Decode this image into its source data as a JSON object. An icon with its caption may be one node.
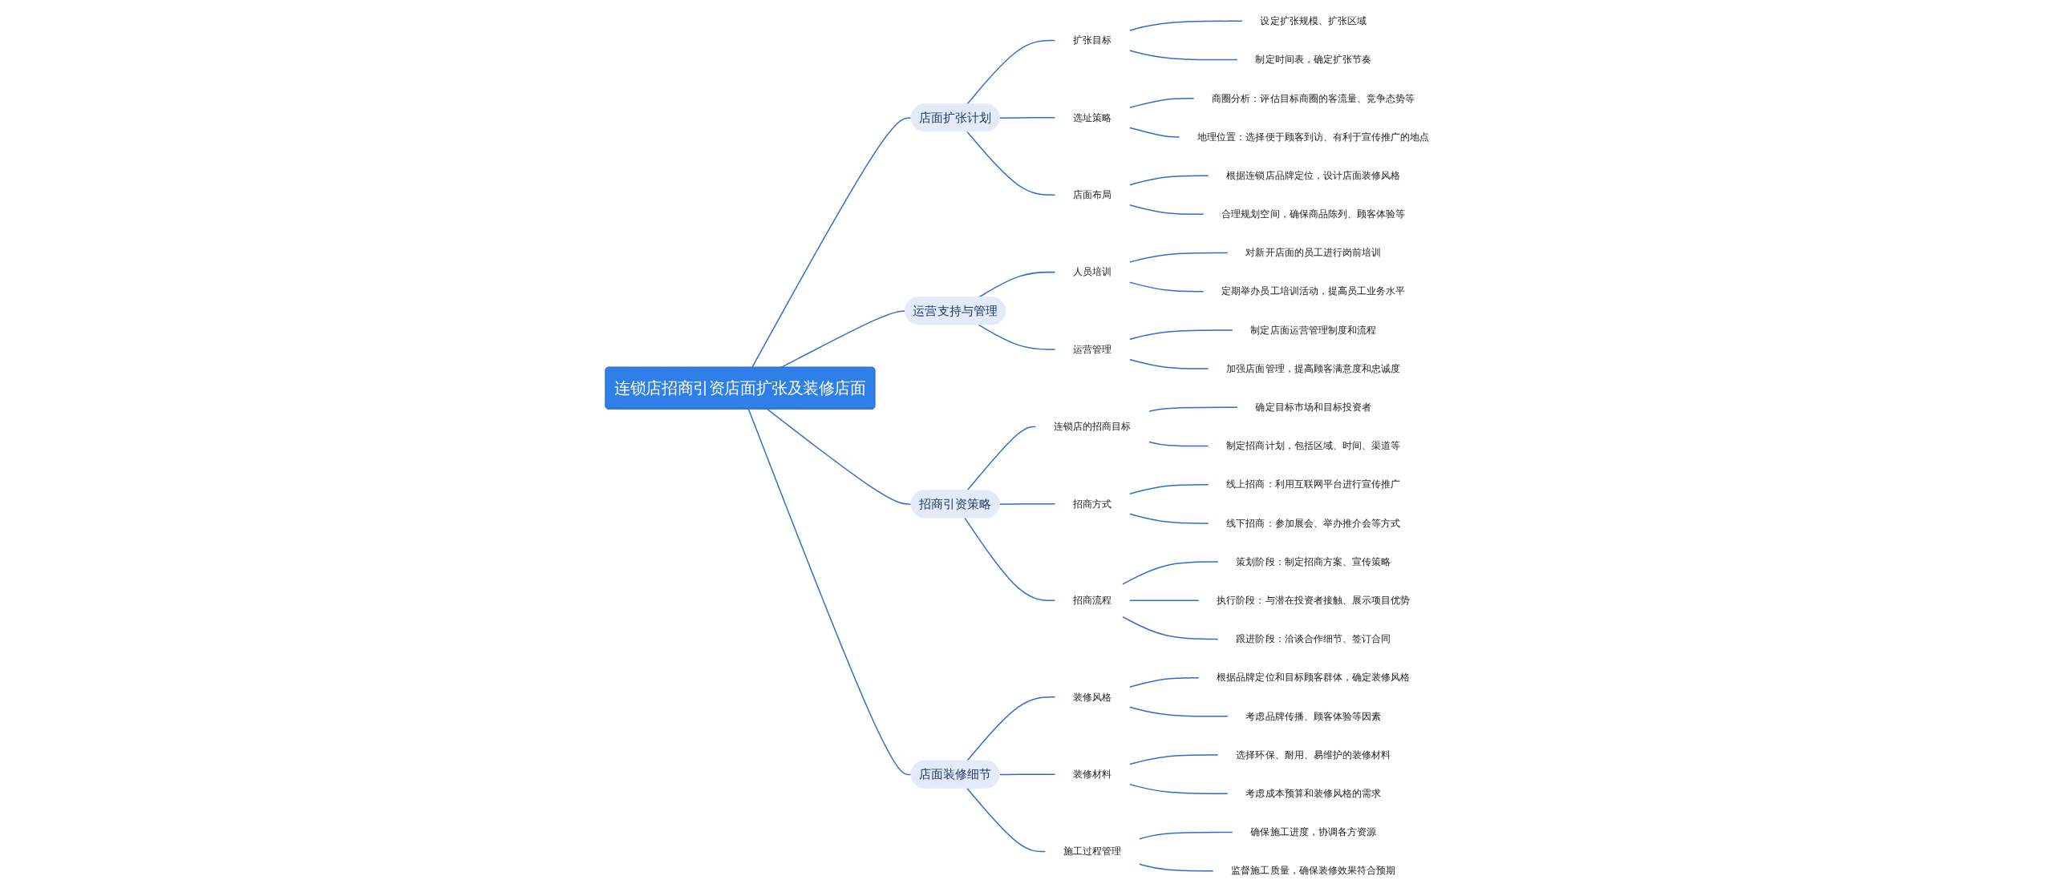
{
  "diagram": {
    "nodes": [
      {
        "text": [
          "连锁店招商引资店面扩张及装修店面"
        ]
      },
      {
        "text": [
          "店面扩张计划"
        ]
      },
      {
        "text": [
          "扩张目标"
        ]
      },
      {
        "text": [
          "设定扩张规模、扩张区域"
        ]
      },
      {
        "text": [
          "制定时间表，确定扩张节奏"
        ]
      },
      {
        "text": [
          "选址策略"
        ]
      },
      {
        "text": [
          "商圈分析：评估目标商圈的客流量、竞争态势等"
        ]
      },
      {
        "text": [
          "地理位置：选择便于顾客到访、有利于宣传推广的地点"
        ]
      },
      {
        "text": [
          "店面布局"
        ]
      },
      {
        "text": [
          "根据连锁店品牌定位，设计店面装修风格"
        ]
      },
      {
        "text": [
          "合理规划空间，确保商品陈列、顾客体验等"
        ]
      },
      {
        "text": [
          "运营支持与管理"
        ]
      },
      {
        "text": [
          "人员培训"
        ]
      },
      {
        "text": [
          "对新开店面的员工进行岗前培训"
        ]
      },
      {
        "text": [
          "定期举办员工培训活动，提高员工业务水平"
        ]
      },
      {
        "text": [
          "运营管理"
        ]
      },
      {
        "text": [
          "制定店面运营管理制度和流程"
        ]
      },
      {
        "text": [
          "加强店面管理，提高顾客满意度和忠诚度"
        ]
      },
      {
        "text": [
          "招商引资策略"
        ]
      },
      {
        "text": [
          "连锁店的招商目标"
        ]
      },
      {
        "text": [
          "确定目标市场和目标投资者"
        ]
      },
      {
        "text": [
          "制定招商计划，包括区域、时间、渠道等"
        ]
      },
      {
        "text": [
          "招商方式"
        ]
      },
      {
        "text": [
          "线上招商：利用互联网平台进行宣传推广"
        ]
      },
      {
        "text": [
          "线下招商：参加展会、举办推介会等方式"
        ]
      },
      {
        "text": [
          "招商流程"
        ]
      },
      {
        "text": [
          "策划阶段：制定招商方案、宣传策略"
        ]
      },
      {
        "text": [
          "执行阶段：与潜在投资者接触、展示项目优势"
        ]
      },
      {
        "text": [
          "跟进阶段：洽谈合作细节、签订合同"
        ]
      },
      {
        "text": [
          "店面装修细节"
        ]
      },
      {
        "text": [
          "装修风格"
        ]
      },
      {
        "text": [
          "根据品牌定位和目标顾客群体，确定装修风格"
        ]
      },
      {
        "text": [
          "考虑品牌传播、顾客体验等因素"
        ]
      },
      {
        "text": [
          "装修材料"
        ]
      },
      {
        "text": [
          "选择环保、耐用、易维护的装修材料"
        ]
      },
      {
        "text": [
          "考虑成本预算和装修风格的需求"
        ]
      },
      {
        "text": [
          "施工过程管理"
        ]
      },
      {
        "text": [
          "确保施工进度，协调各方资源"
        ]
      },
      {
        "text": [
          "监督施工质量，确保装修效果符合预期"
        ]
      }
    ],
    "edges": [
      {
        "from": 0,
        "to": 1,
        "arrow": "none"
      },
      {
        "from": 1,
        "to": 2,
        "arrow": "none"
      },
      {
        "from": 2,
        "to": 3,
        "arrow": "none"
      },
      {
        "from": 2,
        "to": 4,
        "arrow": "none"
      },
      {
        "from": 1,
        "to": 5,
        "arrow": "none"
      },
      {
        "from": 5,
        "to": 6,
        "arrow": "none"
      },
      {
        "from": 5,
        "to": 7,
        "arrow": "none"
      },
      {
        "from": 1,
        "to": 8,
        "arrow": "none"
      },
      {
        "from": 8,
        "to": 9,
        "arrow": "none"
      },
      {
        "from": 8,
        "to": 10,
        "arrow": "none"
      },
      {
        "from": 0,
        "to": 11,
        "arrow": "none"
      },
      {
        "from": 11,
        "to": 12,
        "arrow": "none"
      },
      {
        "from": 12,
        "to": 13,
        "arrow": "none"
      },
      {
        "from": 12,
        "to": 14,
        "arrow": "none"
      },
      {
        "from": 11,
        "to": 15,
        "arrow": "none"
      },
      {
        "from": 15,
        "to": 16,
        "arrow": "none"
      },
      {
        "from": 15,
        "to": 17,
        "arrow": "none"
      },
      {
        "from": 0,
        "to": 18,
        "arrow": "none"
      },
      {
        "from": 18,
        "to": 19,
        "arrow": "none"
      },
      {
        "from": 19,
        "to": 20,
        "arrow": "none"
      },
      {
        "from": 19,
        "to": 21,
        "arrow": "none"
      },
      {
        "from": 18,
        "to": 22,
        "arrow": "none"
      },
      {
        "from": 22,
        "to": 23,
        "arrow": "none"
      },
      {
        "from": 22,
        "to": 24,
        "arrow": "none"
      },
      {
        "from": 18,
        "to": 25,
        "arrow": "none"
      },
      {
        "from": 25,
        "to": 26,
        "arrow": "none"
      },
      {
        "from": 25,
        "to": 27,
        "arrow": "none"
      },
      {
        "from": 25,
        "to": 28,
        "arrow": "none"
      },
      {
        "from": 0,
        "to": 29,
        "arrow": "none"
      },
      {
        "from": 29,
        "to": 30,
        "arrow": "none"
      },
      {
        "from": 30,
        "to": 31,
        "arrow": "none"
      },
      {
        "from": 30,
        "to": 32,
        "arrow": "none"
      },
      {
        "from": 29,
        "to": 33,
        "arrow": "none"
      },
      {
        "from": 33,
        "to": 34,
        "arrow": "none"
      },
      {
        "from": 33,
        "to": 35,
        "arrow": "none"
      },
      {
        "from": 29,
        "to": 36,
        "arrow": "none"
      },
      {
        "from": 36,
        "to": 37,
        "arrow": "none"
      },
      {
        "from": 36,
        "to": 38,
        "arrow": "none"
      }
    ]
  }
}
